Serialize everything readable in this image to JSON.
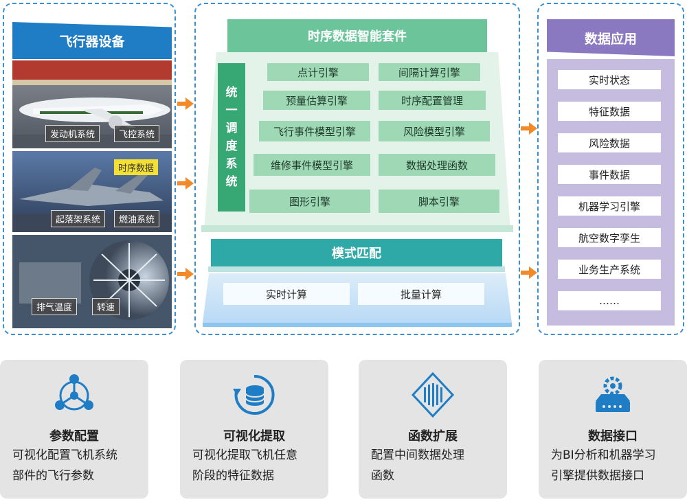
{
  "aircraft": {
    "title": "飞行器设备",
    "photo1_labels": [
      "发动机系统",
      "飞控系统"
    ],
    "photo2_tag": "时序数据",
    "photo2_labels": [
      "起落架系统",
      "燃油系统"
    ],
    "photo3_labels": [
      "排气温度",
      "转速"
    ]
  },
  "suite": {
    "title": "时序数据智能套件",
    "side_label": [
      "统",
      "一",
      "调",
      "度",
      "系",
      "统"
    ],
    "engines": [
      "点计引擎",
      "间隔计算引擎",
      "预量估算引擎",
      "时序配置管理",
      "飞行事件模型引擎",
      "风险模型引擎",
      "维修事件模型引擎",
      "数据处理函数",
      "图形引擎",
      "脚本引擎"
    ],
    "pattern": "模式匹配",
    "compute": [
      "实时计算",
      "批量计算"
    ]
  },
  "apps": {
    "title": "数据应用",
    "items": [
      "实时状态",
      "特征数据",
      "风险数据",
      "事件数据",
      "机器学习引擎",
      "航空数字孪生",
      "业务生产系统",
      "……"
    ]
  },
  "cards": [
    {
      "title": "参数配置",
      "desc": [
        "可视化配置飞机系统",
        "部件的飞行参数"
      ],
      "icon": "network-nodes-icon"
    },
    {
      "title": "可视化提取",
      "desc": [
        "可视化提取飞机任意",
        "阶段的特征数据"
      ],
      "icon": "database-refresh-icon"
    },
    {
      "title": "函数扩展",
      "desc": [
        "配置中间数据处理",
        "函数"
      ],
      "icon": "diamond-bars-icon"
    },
    {
      "title": "数据接口",
      "desc": [
        "为BI分析和机器学习",
        "引擎提供数据接口"
      ],
      "icon": "server-gear-icon"
    }
  ],
  "colors": {
    "blue": "#1f7dc6",
    "green": "#6cc59a",
    "teal": "#2fa9a7",
    "purple": "#8a78c0",
    "orange": "#f08a2a"
  }
}
